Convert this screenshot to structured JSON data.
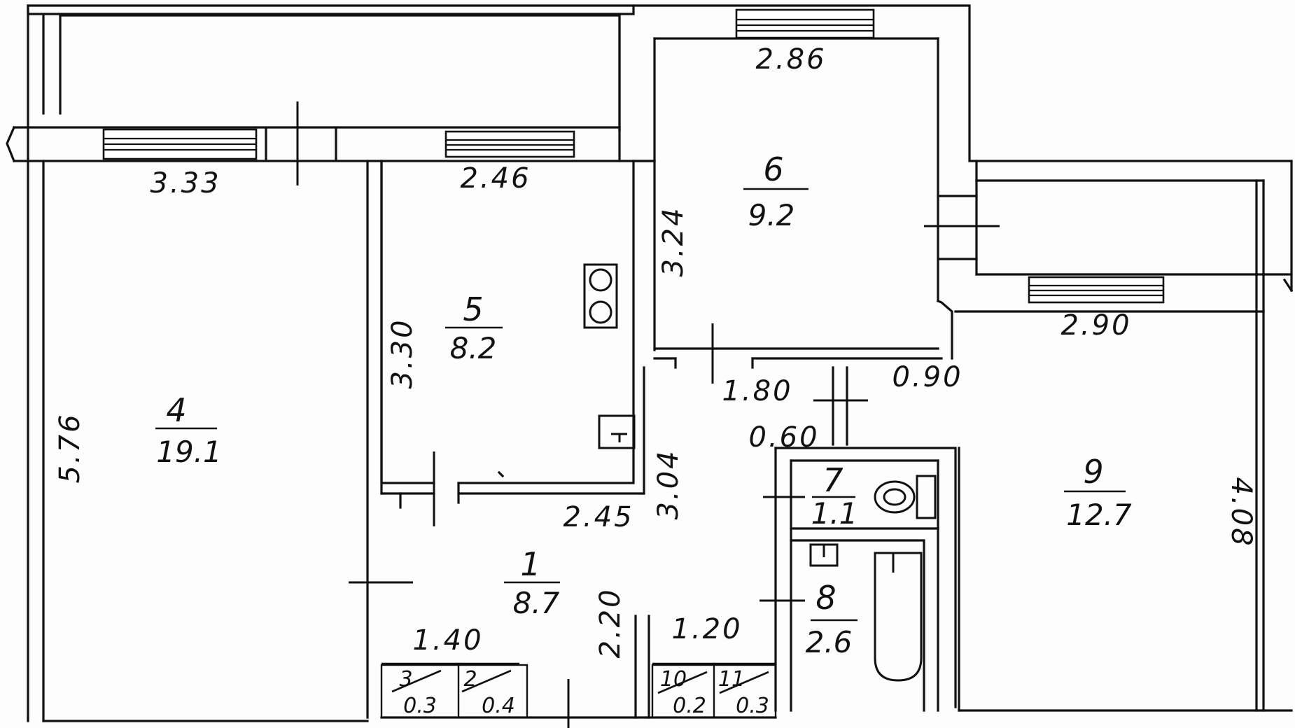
{
  "plan": {
    "rooms": [
      {
        "id": "1",
        "number": "1",
        "area": "8.7"
      },
      {
        "id": "2",
        "number": "2",
        "area": "0.4"
      },
      {
        "id": "3",
        "number": "3",
        "area": "0.3"
      },
      {
        "id": "4",
        "number": "4",
        "area": "19.1"
      },
      {
        "id": "5",
        "number": "5",
        "area": "8.2"
      },
      {
        "id": "6",
        "number": "6",
        "area": "9.2"
      },
      {
        "id": "7",
        "number": "7",
        "area": "1.1"
      },
      {
        "id": "8",
        "number": "8",
        "area": "2.6"
      },
      {
        "id": "9",
        "number": "9",
        "area": "12.7"
      },
      {
        "id": "10",
        "number": "10",
        "area": "0.2"
      },
      {
        "id": "11",
        "number": "11",
        "area": "0.3"
      }
    ],
    "dimensions": [
      {
        "id": "d-333",
        "text": "3.33"
      },
      {
        "id": "d-246",
        "text": "2.46"
      },
      {
        "id": "d-286",
        "text": "2.86"
      },
      {
        "id": "d-324",
        "text": "3.24"
      },
      {
        "id": "d-330",
        "text": "3.30"
      },
      {
        "id": "d-576",
        "text": "5.76"
      },
      {
        "id": "d-245",
        "text": "2.45"
      },
      {
        "id": "d-304",
        "text": "3.04"
      },
      {
        "id": "d-180",
        "text": "1.80"
      },
      {
        "id": "d-090",
        "text": "0.90"
      },
      {
        "id": "d-060",
        "text": "0.60"
      },
      {
        "id": "d-290",
        "text": "2.90"
      },
      {
        "id": "d-408",
        "text": "4.08"
      },
      {
        "id": "d-220",
        "text": "2.20"
      },
      {
        "id": "d-140",
        "text": "1.40"
      },
      {
        "id": "d-120",
        "text": "1.20"
      }
    ]
  }
}
